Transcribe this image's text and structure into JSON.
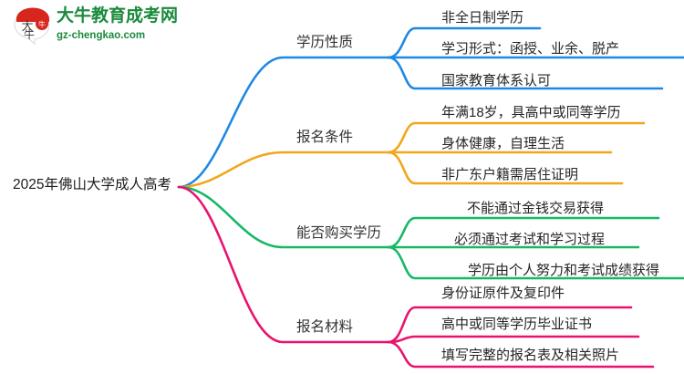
{
  "logo": {
    "mark_name": "daniu-bull-logo",
    "mark_text": "大牛",
    "title": "大牛教育成考网",
    "subtitle": "gz-chengkao.com",
    "color": "#1a8a3c",
    "mark_color": "#d6261e"
  },
  "mindmap": {
    "type": "mindmap",
    "root": "2025年佛山大学成人高考",
    "branches": [
      {
        "label": "学历性质",
        "color": "#1e88e5",
        "children": [
          "非全日制学历",
          "学习形式：函授、业余、脱产",
          "国家教育体系认可"
        ]
      },
      {
        "label": "报名条件",
        "color": "#f0a71b",
        "children": [
          "年满18岁，具高中或同等学历",
          "身体健康，自理生活",
          "非广东户籍需居住证明"
        ]
      },
      {
        "label": "能否购买学历",
        "color": "#16b866",
        "children": [
          "不能通过金钱交易获得",
          "必须通过考试和学习过程",
          "学历由个人努力和考试成绩获得"
        ]
      },
      {
        "label": "报名材料",
        "color": "#e8136e",
        "children": [
          "身份证原件及复印件",
          "高中或同等学历毕业证书",
          "填写完整的报名表及相关照片"
        ]
      }
    ]
  }
}
